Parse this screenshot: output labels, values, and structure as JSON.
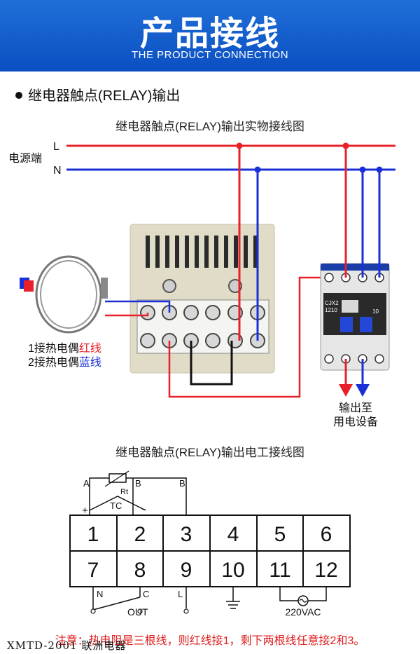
{
  "header": {
    "title": "产品接线",
    "subtitle": "THE PRODUCT CONNECTION"
  },
  "section": {
    "title": "继电器触点(RELAY)输出"
  },
  "physical_diagram": {
    "caption": "继电器触点(RELAY)输出实物接线图",
    "power_label": "电源端",
    "line_L": "L",
    "line_N": "N",
    "thermocouple_note_1_prefix": "1接热电偶",
    "thermocouple_note_1_color": "红线",
    "thermocouple_note_2_prefix": "2接热电偶",
    "thermocouple_note_2_color": "蓝线",
    "contactor_model_1": "CJX2",
    "contactor_model_2": "1210",
    "contactor_label_10": "10",
    "output_label_1": "输出至",
    "output_label_2": "用电设备"
  },
  "schematic": {
    "caption": "继电器触点(RELAY)输出电工接线图",
    "terminals_top": [
      "1",
      "2",
      "3",
      "4",
      "5",
      "6"
    ],
    "terminals_bottom": [
      "7",
      "8",
      "9",
      "10",
      "11",
      "12"
    ],
    "label_A": "A",
    "label_B": "B",
    "label_B2": "B",
    "label_Rt": "Rt",
    "label_TC": "TC",
    "label_plus": "+",
    "label_minus": "-",
    "label_N": "N",
    "label_C": "C",
    "label_L": "L",
    "label_out": "OUT",
    "label_vac": "220VAC"
  },
  "note": "注意：热电阻是三根线，则红线接1，剩下两根线任意接2和3。",
  "watermark": "XMTD-2001 联洲电器",
  "colors": {
    "banner": "#0b4fc2",
    "red_wire": "#e8202a",
    "blue_wire": "#1a2fd8",
    "body": "#e0dcc8"
  }
}
